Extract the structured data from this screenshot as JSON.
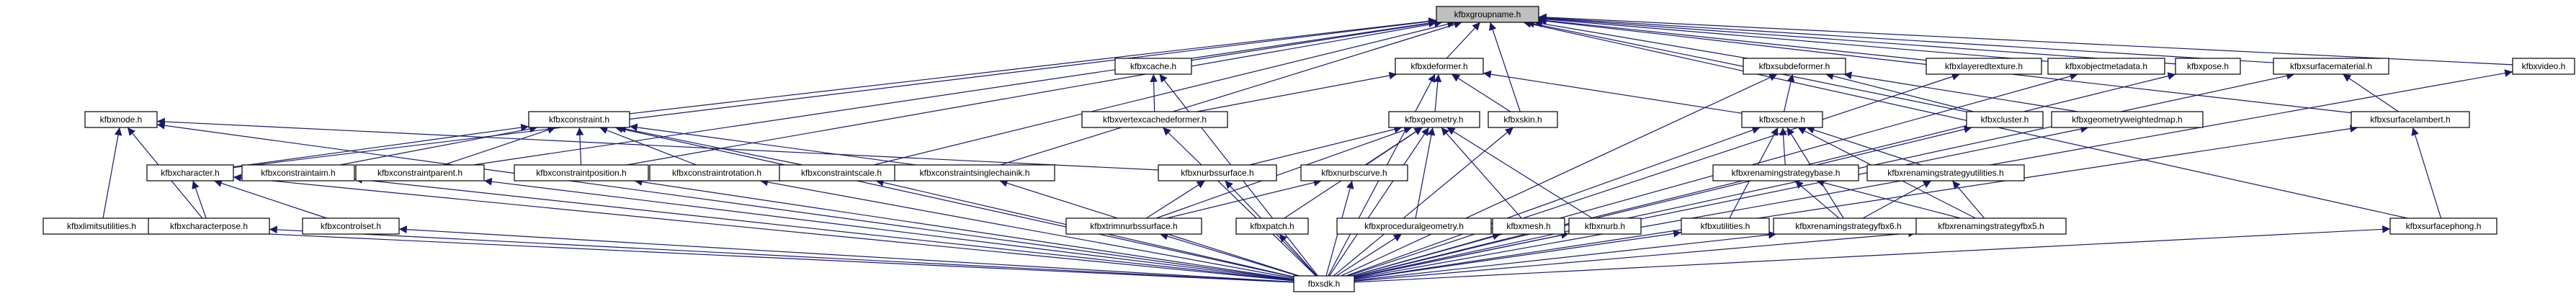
{
  "graph": {
    "root": "fbxgroupname",
    "edge_color": "#191970",
    "root_fill": "#bfbfbf",
    "nodes": [
      {
        "id": "fbxgroupname",
        "label": "kfbxgroupname.h"
      },
      {
        "id": "fbxcache",
        "label": "kfbxcache.h"
      },
      {
        "id": "fbxdeformer",
        "label": "kfbxdeformer.h"
      },
      {
        "id": "fbxsubdeformer",
        "label": "kfbxsubdeformer.h"
      },
      {
        "id": "fbxlayeredtexture",
        "label": "kfbxlayeredtexture.h"
      },
      {
        "id": "fbxobjectmetadata",
        "label": "kfbxobjectmetadata.h"
      },
      {
        "id": "fbxpose",
        "label": "kfbxpose.h"
      },
      {
        "id": "fbxsurfacematerial",
        "label": "kfbxsurfacematerial.h"
      },
      {
        "id": "fbxvideo",
        "label": "kfbxvideo.h"
      },
      {
        "id": "fbxnode",
        "label": "kfbxnode.h"
      },
      {
        "id": "fbxconstraint",
        "label": "kfbxconstraint.h"
      },
      {
        "id": "fbxvertexcachedeformer",
        "label": "kfbxvertexcachedeformer.h"
      },
      {
        "id": "fbxgeometry",
        "label": "kfbxgeometry.h"
      },
      {
        "id": "fbxskin",
        "label": "kfbxskin.h"
      },
      {
        "id": "fbxscene",
        "label": "kfbxscene.h"
      },
      {
        "id": "fbxcluster",
        "label": "kfbxcluster.h"
      },
      {
        "id": "fbxgeometryweightedmap",
        "label": "kfbxgeometryweightedmap.h"
      },
      {
        "id": "fbxsurfacelambert",
        "label": "kfbxsurfacelambert.h"
      },
      {
        "id": "fbxcharacter",
        "label": "kfbxcharacter.h"
      },
      {
        "id": "fbxconstraintaim",
        "label": "kfbxconstraintaim.h"
      },
      {
        "id": "fbxconstraintparent",
        "label": "kfbxconstraintparent.h"
      },
      {
        "id": "fbxconstraintposition",
        "label": "kfbxconstraintposition.h"
      },
      {
        "id": "fbxconstraintrotation",
        "label": "kfbxconstraintrotation.h"
      },
      {
        "id": "fbxconstraintscale",
        "label": "kfbxconstraintscale.h"
      },
      {
        "id": "fbxconstraintsinglechainik",
        "label": "kfbxconstraintsinglechainik.h"
      },
      {
        "id": "fbxnurbssurface",
        "label": "kfbxnurbssurface.h"
      },
      {
        "id": "fbxnurbscurve",
        "label": "kfbxnurbscurve.h"
      },
      {
        "id": "fbxrenamingstrategybase",
        "label": "kfbxrenamingstrategybase.h"
      },
      {
        "id": "fbxrenamingstrategyutilities",
        "label": "kfbxrenamingstrategyutilities.h"
      },
      {
        "id": "fbxsurfacephong",
        "label": "kfbxsurfacephong.h"
      },
      {
        "id": "fbxlimitsutilities",
        "label": "kfbxlimitsutilities.h"
      },
      {
        "id": "fbxcharacterpose",
        "label": "kfbxcharacterpose.h"
      },
      {
        "id": "fbxcontrolset",
        "label": "kfbxcontrolset.h"
      },
      {
        "id": "fbxtrimnurbssurface",
        "label": "kfbxtrimnurbssurface.h"
      },
      {
        "id": "fbxpatch",
        "label": "kfbxpatch.h"
      },
      {
        "id": "fbxproceduralgeometry",
        "label": "kfbxproceduralgeometry.h"
      },
      {
        "id": "fbxmesh",
        "label": "kfbxmesh.h"
      },
      {
        "id": "fbxnurb",
        "label": "kfbxnurb.h"
      },
      {
        "id": "fbxutilities",
        "label": "kfbxutilities.h"
      },
      {
        "id": "fbxrenamingstrategyfbx6",
        "label": "kfbxrenamingstrategyfbx6.h"
      },
      {
        "id": "fbxrenamingstrategyfbx5",
        "label": "kfbxrenamingstrategyfbx5.h"
      },
      {
        "id": "fbxsdk",
        "label": "fbxsdk.h"
      }
    ],
    "edges": [
      [
        "fbxcache",
        "fbxgroupname"
      ],
      [
        "fbxdeformer",
        "fbxgroupname"
      ],
      [
        "fbxsubdeformer",
        "fbxgroupname"
      ],
      [
        "fbxlayeredtexture",
        "fbxgroupname"
      ],
      [
        "fbxobjectmetadata",
        "fbxgroupname"
      ],
      [
        "fbxpose",
        "fbxgroupname"
      ],
      [
        "fbxsurfacematerial",
        "fbxgroupname"
      ],
      [
        "fbxvideo",
        "fbxgroupname"
      ],
      [
        "fbxconstraint",
        "fbxgroupname"
      ],
      [
        "fbxskin",
        "fbxgroupname"
      ],
      [
        "fbxcluster",
        "fbxgroupname"
      ],
      [
        "fbxsurfacelambert",
        "fbxgroupname"
      ],
      [
        "fbxcharacter",
        "fbxgroupname"
      ],
      [
        "fbxconstraintparent",
        "fbxgroupname"
      ],
      [
        "fbxconstraintposition",
        "fbxgroupname"
      ],
      [
        "fbxconstraintscale",
        "fbxgroupname"
      ],
      [
        "fbxconstraintsinglechainik",
        "fbxgroupname"
      ],
      [
        "fbxsurfacephong",
        "fbxgroupname"
      ],
      [
        "fbxvertexcachedeformer",
        "fbxcache"
      ],
      [
        "fbxsdk",
        "fbxcache"
      ],
      [
        "fbxgeometry",
        "fbxdeformer"
      ],
      [
        "fbxskin",
        "fbxdeformer"
      ],
      [
        "fbxscene",
        "fbxdeformer"
      ],
      [
        "fbxsdk",
        "fbxdeformer"
      ],
      [
        "fbxvertexcachedeformer",
        "fbxdeformer"
      ],
      [
        "fbxscene",
        "fbxsubdeformer"
      ],
      [
        "fbxcluster",
        "fbxsubdeformer"
      ],
      [
        "fbxgeometryweightedmap",
        "fbxsubdeformer"
      ],
      [
        "fbxsdk",
        "fbxsubdeformer"
      ],
      [
        "fbxsdk",
        "fbxlayeredtexture"
      ],
      [
        "fbxsdk",
        "fbxobjectmetadata"
      ],
      [
        "fbxsdk",
        "fbxpose"
      ],
      [
        "fbxsurfacelambert",
        "fbxsurfacematerial"
      ],
      [
        "fbxsdk",
        "fbxsurfacematerial"
      ],
      [
        "fbxsdk",
        "fbxvideo"
      ],
      [
        "fbxlimitsutilities",
        "fbxnode"
      ],
      [
        "fbxcharacterpose",
        "fbxnode"
      ],
      [
        "fbxsdk",
        "fbxnode"
      ],
      [
        "fbxnurbssurface",
        "fbxnode"
      ],
      [
        "fbxcharacter",
        "fbxconstraint"
      ],
      [
        "fbxconstraintaim",
        "fbxconstraint"
      ],
      [
        "fbxconstraintparent",
        "fbxconstraint"
      ],
      [
        "fbxconstraintposition",
        "fbxconstraint"
      ],
      [
        "fbxconstraintrotation",
        "fbxconstraint"
      ],
      [
        "fbxconstraintscale",
        "fbxconstraint"
      ],
      [
        "fbxconstraintsinglechainik",
        "fbxconstraint"
      ],
      [
        "fbxsdk",
        "fbxconstraint"
      ],
      [
        "fbxsdk",
        "fbxvertexcachedeformer"
      ],
      [
        "fbxnurbssurface",
        "fbxgeometry"
      ],
      [
        "fbxnurbscurve",
        "fbxgeometry"
      ],
      [
        "fbxtrimnurbssurface",
        "fbxgeometry"
      ],
      [
        "fbxpatch",
        "fbxgeometry"
      ],
      [
        "fbxproceduralgeometry",
        "fbxgeometry"
      ],
      [
        "fbxmesh",
        "fbxgeometry"
      ],
      [
        "fbxnurb",
        "fbxgeometry"
      ],
      [
        "fbxsdk",
        "fbxgeometry"
      ],
      [
        "fbxsdk",
        "fbxskin"
      ],
      [
        "fbxrenamingstrategybase",
        "fbxscene"
      ],
      [
        "fbxrenamingstrategyutilities",
        "fbxscene"
      ],
      [
        "fbxutilities",
        "fbxscene"
      ],
      [
        "fbxrenamingstrategyfbx6",
        "fbxscene"
      ],
      [
        "fbxrenamingstrategyfbx5",
        "fbxscene"
      ],
      [
        "fbxsdk",
        "fbxscene"
      ],
      [
        "fbxsdk",
        "fbxcluster"
      ],
      [
        "fbxsdk",
        "fbxgeometryweightedmap"
      ],
      [
        "fbxsurfacephong",
        "fbxsurfacelambert"
      ],
      [
        "fbxsdk",
        "fbxsurfacelambert"
      ],
      [
        "fbxcharacterpose",
        "fbxcharacter"
      ],
      [
        "fbxcontrolset",
        "fbxcharacter"
      ],
      [
        "fbxsdk",
        "fbxcharacter"
      ],
      [
        "fbxsdk",
        "fbxconstraintaim"
      ],
      [
        "fbxsdk",
        "fbxconstraintparent"
      ],
      [
        "fbxsdk",
        "fbxconstraintposition"
      ],
      [
        "fbxsdk",
        "fbxconstraintrotation"
      ],
      [
        "fbxsdk",
        "fbxconstraintscale"
      ],
      [
        "fbxsdk",
        "fbxconstraintsinglechainik"
      ],
      [
        "fbxtrimnurbssurface",
        "fbxnurbssurface"
      ],
      [
        "fbxsdk",
        "fbxnurbssurface"
      ],
      [
        "fbxtrimnurbssurface",
        "fbxnurbscurve"
      ],
      [
        "fbxsdk",
        "fbxnurbscurve"
      ],
      [
        "fbxrenamingstrategyfbx6",
        "fbxrenamingstrategybase"
      ],
      [
        "fbxrenamingstrategyfbx5",
        "fbxrenamingstrategybase"
      ],
      [
        "fbxrenamingstrategyfbx6",
        "fbxrenamingstrategyutilities"
      ],
      [
        "fbxrenamingstrategyfbx5",
        "fbxrenamingstrategyutilities"
      ],
      [
        "fbxsdk",
        "fbxsurfacephong"
      ],
      [
        "fbxsdk",
        "fbxlimitsutilities"
      ],
      [
        "fbxsdk",
        "fbxcharacterpose"
      ],
      [
        "fbxsdk",
        "fbxcontrolset"
      ],
      [
        "fbxsdk",
        "fbxtrimnurbssurface"
      ],
      [
        "fbxsdk",
        "fbxpatch"
      ],
      [
        "fbxsdk",
        "fbxproceduralgeometry"
      ],
      [
        "fbxsdk",
        "fbxmesh"
      ],
      [
        "fbxsdk",
        "fbxnurb"
      ],
      [
        "fbxsdk",
        "fbxutilities"
      ],
      [
        "fbxsdk",
        "fbxrenamingstrategyfbx6"
      ],
      [
        "fbxsdk",
        "fbxrenamingstrategyfbx5"
      ]
    ]
  }
}
